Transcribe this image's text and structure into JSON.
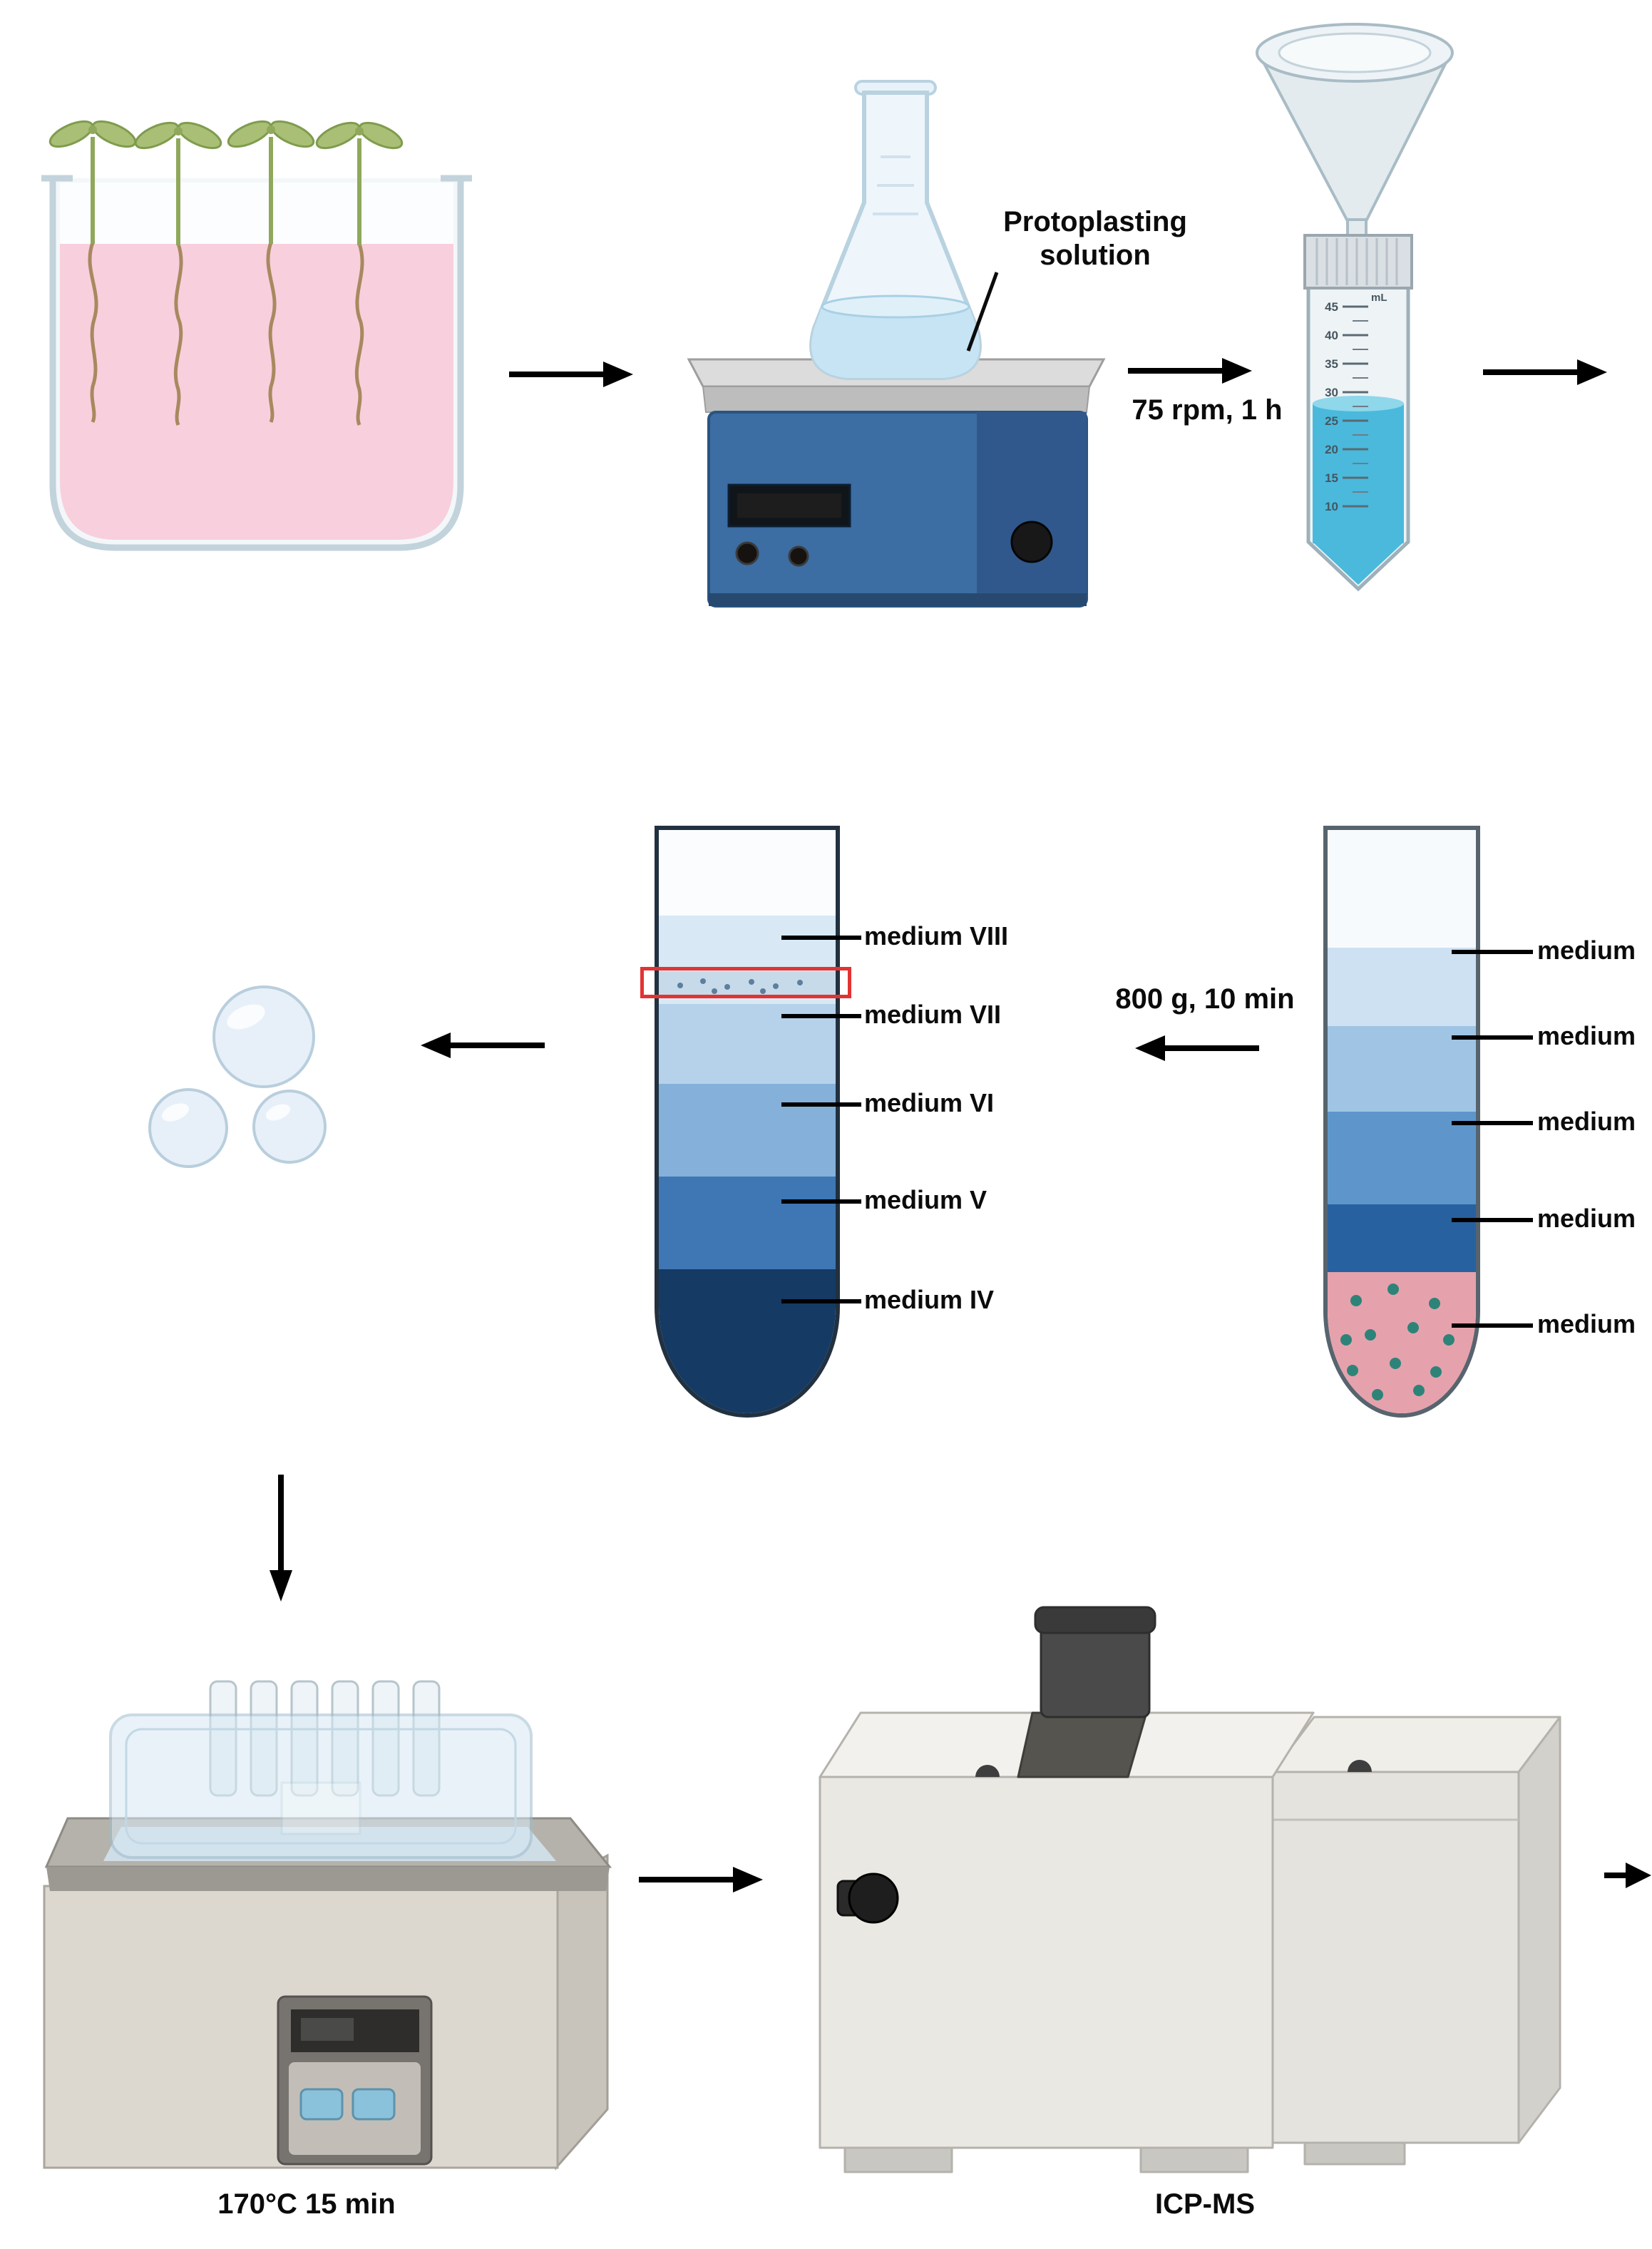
{
  "labels": {
    "protoplasting_solution": "Protoplasting\nsolution",
    "shaking": "75 rpm, 1 h",
    "centrifugation": "800 g, 10 min",
    "digestion": "170°C 15 min",
    "instrument": "ICP-MS"
  },
  "falcon_tube": {
    "unit": "mL",
    "graduations": [
      "45",
      "40",
      "35",
      "30",
      "25",
      "20",
      "15",
      "10"
    ]
  },
  "fraction_tube": {
    "labels": [
      "medium VIII",
      "medium VII",
      "medium VI",
      "medium V",
      "medium IV"
    ]
  },
  "gradient_tube": {
    "labels": [
      "medium",
      "medium",
      "medium",
      "medium",
      "medium"
    ]
  },
  "colors": {
    "highlight_box_red": "#e23333",
    "seedling_medium_pink": "#f8cfdd",
    "flask_liquid_blue": "#c6e4f3",
    "falcon_liquid_cyan": "#4ab9dc",
    "stirrer_blue": "#3c6da3",
    "pellet_pink": "#e5a2ac",
    "protoplast_dot_teal": "#157f72",
    "densest_medium_navy": "#153a64"
  }
}
